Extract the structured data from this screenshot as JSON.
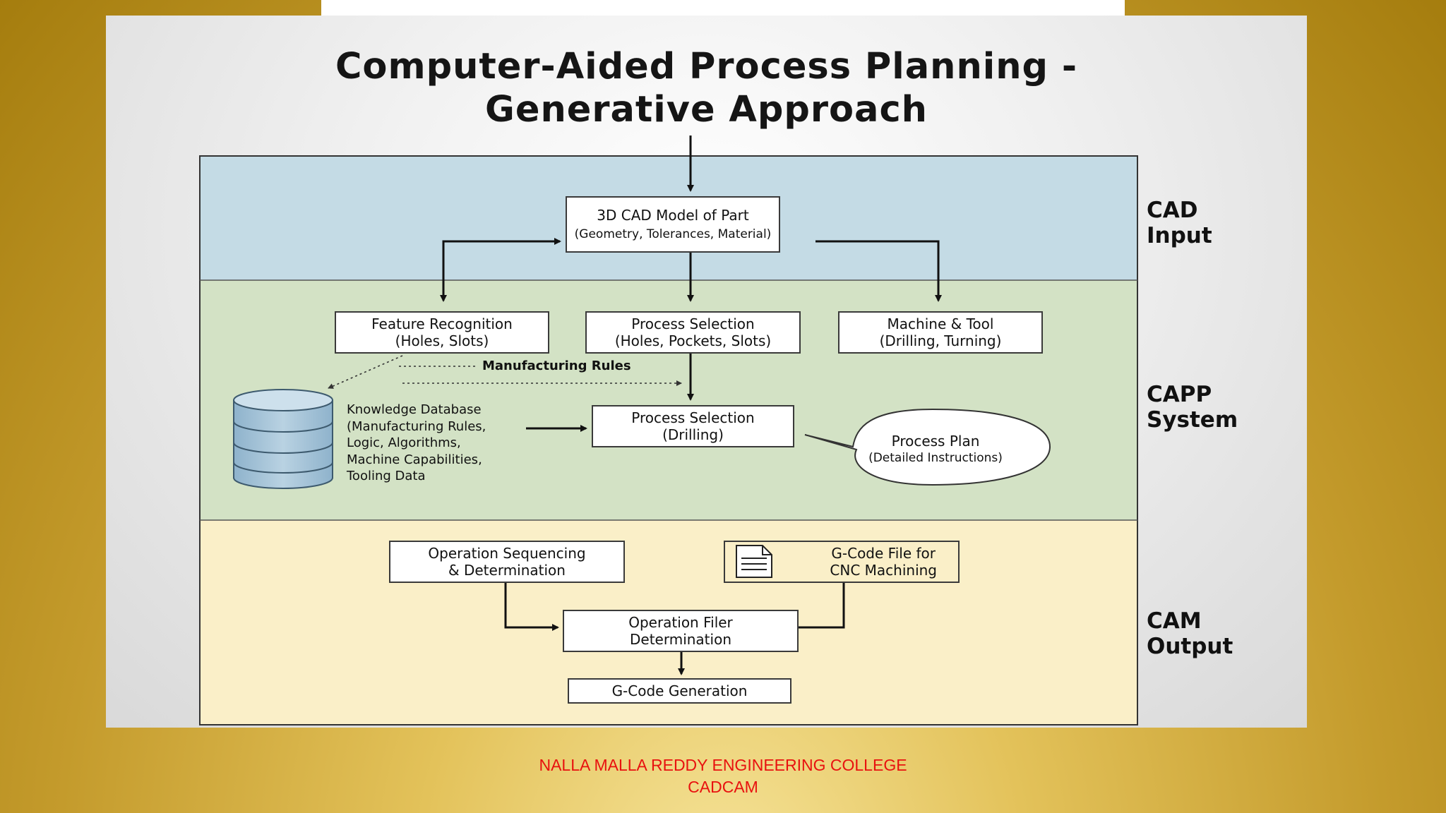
{
  "slide": {
    "title_line1": "Computer-Aided Process Planning -",
    "title_line2": "Generative Approach"
  },
  "sections": {
    "cad_input": {
      "line1": "CAD",
      "line2": "Input",
      "color": "#c4dbe5"
    },
    "capp_system": {
      "line1": "CAPP",
      "line2": "System",
      "color": "#d3e2c5"
    },
    "cam_output": {
      "line1": "CAM",
      "line2": "Output",
      "color": "#faefc8"
    }
  },
  "boxes": {
    "cad_model": {
      "line1": "3D CAD Model of Part",
      "line2": "(Geometry, Tolerances, Material)"
    },
    "feature_recognition": {
      "line1": "Feature Recognition",
      "line2": "(Holes, Slots)"
    },
    "process_selection_top": {
      "line1": "Process Selection",
      "line2": "(Holes, Pockets, Slots)"
    },
    "machine_tool": {
      "line1": "Machine & Tool",
      "line2": "(Drilling, Turning)"
    },
    "process_selection_drilling": {
      "line1": "Process Selection",
      "line2": "(Drilling)"
    },
    "process_plan": {
      "line1": "Process Plan",
      "line2": "(Detailed Instructions)"
    },
    "operation_sequencing": {
      "line1": "Operation Sequencing",
      "line2": "& Determination"
    },
    "gcode_file": {
      "line1": "G-Code File for",
      "line2": "CNC Machining"
    },
    "operation_filer": {
      "line1": "Operation Filer",
      "line2": "Determination"
    },
    "gcode_generation": {
      "line1": "G-Code Generation"
    }
  },
  "manufacturing_rules_label": "Manufacturing Rules",
  "knowledge_db": {
    "lines": [
      "Knowledge Database",
      "(Manufacturing Rules,",
      "Logic, Algorithms,",
      "Machine Capabilities,",
      "Tooling Data"
    ]
  },
  "footer": {
    "line1": "NALLA MALLA REDDY ENGINEERING COLLEGE",
    "line2": "CADCAM"
  }
}
